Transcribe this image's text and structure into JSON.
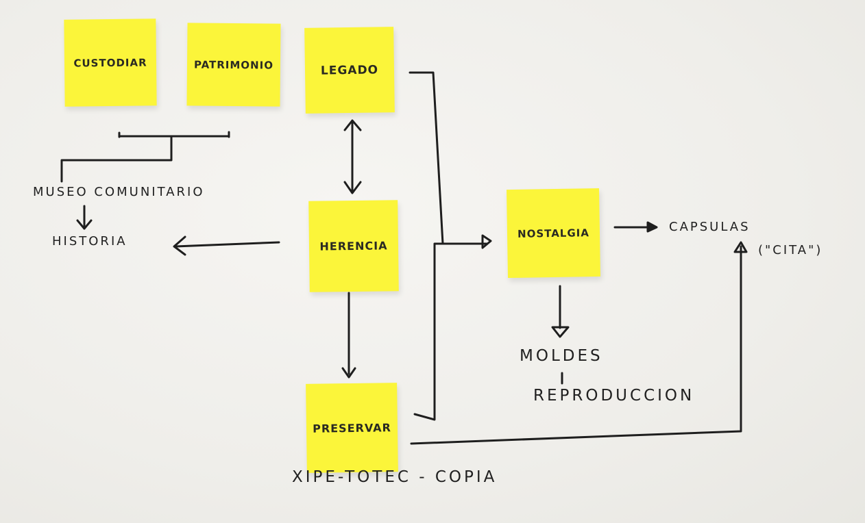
{
  "notes": {
    "custodiar": "CUSTODIAR",
    "patrimonio": "PATRIMONIO",
    "legado": "LEGADO",
    "herencia": "HERENCIA",
    "nostalgia": "NOSTALGIA",
    "preservar": "PRESERVAR"
  },
  "labels": {
    "museo": "MUSEO COMUNITARIO",
    "historia": "HISTORIA",
    "capsulas": "CAPSULAS",
    "cita": "(\"CITA\")",
    "moldes": "MOLDES",
    "reproduccion": "REPRODUCCION",
    "xipe": "XIPE-TOTEC - COPIA"
  },
  "colors": {
    "note": "#fbf53a",
    "ink": "#202020",
    "paper": "#f1f0ec"
  }
}
